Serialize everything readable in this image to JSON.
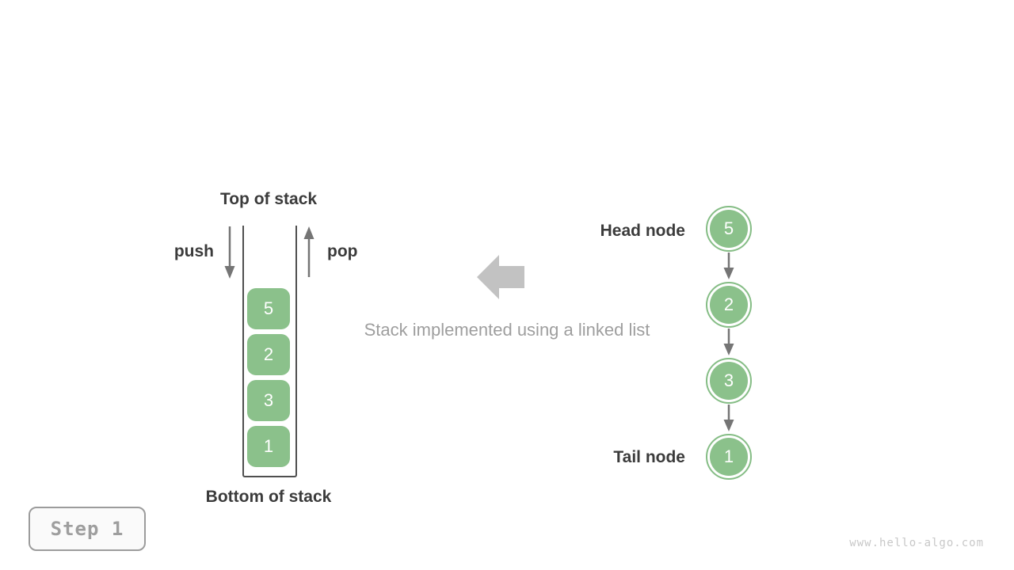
{
  "colors": {
    "node_green": "#8bc18b",
    "dark_text": "#3b3b3b",
    "gray_text": "#9e9e9e",
    "arrow_gray": "#757575",
    "block_arrow_gray": "#c2c2c2",
    "watermark_gray": "#c8c8c8"
  },
  "stack": {
    "top_label": "Top of stack",
    "bottom_label": "Bottom of stack",
    "push_label": "push",
    "pop_label": "pop",
    "items": [
      "5",
      "2",
      "3",
      "1"
    ]
  },
  "middle": {
    "caption": "Stack implemented using a linked list"
  },
  "linked_list": {
    "head_label": "Head node",
    "tail_label": "Tail node",
    "nodes": [
      "5",
      "2",
      "3",
      "1"
    ]
  },
  "footer": {
    "step_label": "Step 1",
    "watermark": "www.hello-algo.com"
  }
}
